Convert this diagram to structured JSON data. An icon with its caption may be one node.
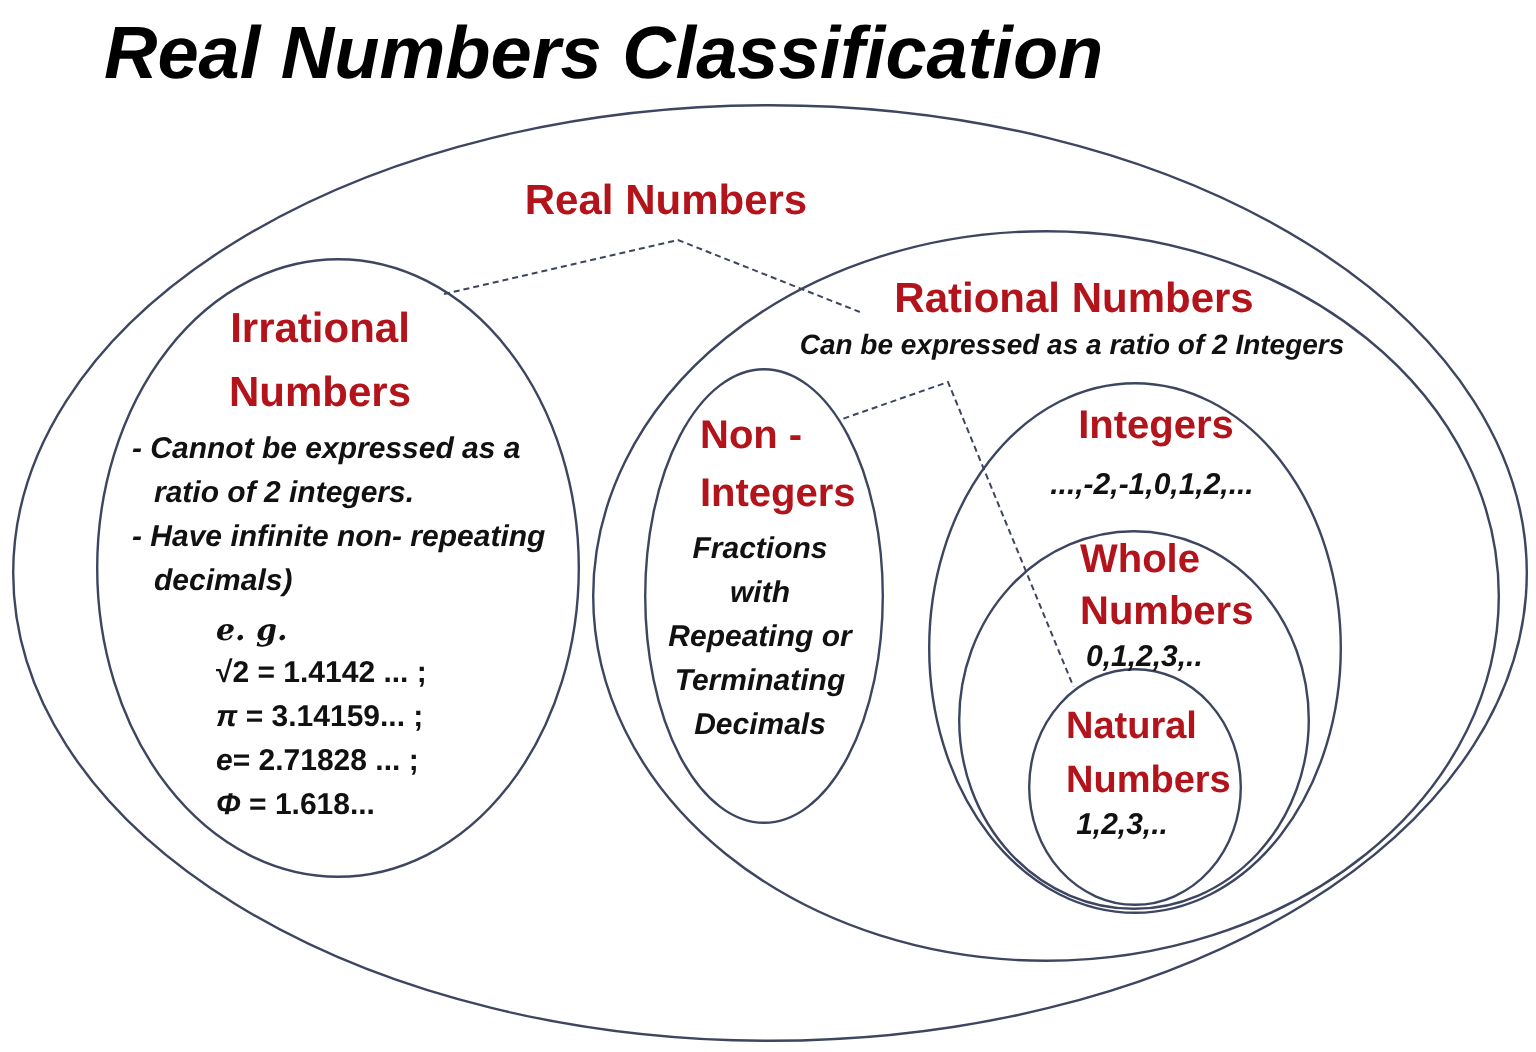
{
  "diagram": {
    "title": "Real Numbers Classification",
    "nodes": [
      {
        "text": [
          "Real Numbers"
        ]
      },
      {
        "text": [
          "Irrational Numbers",
          "- Cannot be expressed as a ratio of 2 integers.",
          "- Have infinite non- repeating decimals)",
          "e. g.",
          "√2 = 1.4142 ... ;",
          "*π* = 3.14159... ;",
          "*e*= 2.71828 ... ;",
          "*Φ* = 1.618..."
        ],
        "in": 0
      },
      {
        "text": [
          "Rational Numbers",
          "Can be expressed as a ratio of 2 Integers"
        ],
        "in": 0
      },
      {
        "text": [
          "Non - Integers",
          "Fractions with Repeating or Terminating Decimals"
        ],
        "in": 2
      },
      {
        "text": [
          "Integers",
          "...,-2,-1,0,1,2,..."
        ],
        "in": 2
      },
      {
        "text": [
          "Whole Numbers",
          "0,1,2,3,.."
        ],
        "in": 4
      },
      {
        "text": [
          "Natural Numbers",
          "1,2,3,.."
        ],
        "in": 5
      }
    ],
    "edges": [
      {
        "from": 1,
        "to": 2,
        "arrow": "none",
        "style": "dashed"
      },
      {
        "from": 3,
        "to": 6,
        "arrow": "none",
        "style": "dashed"
      }
    ]
  }
}
